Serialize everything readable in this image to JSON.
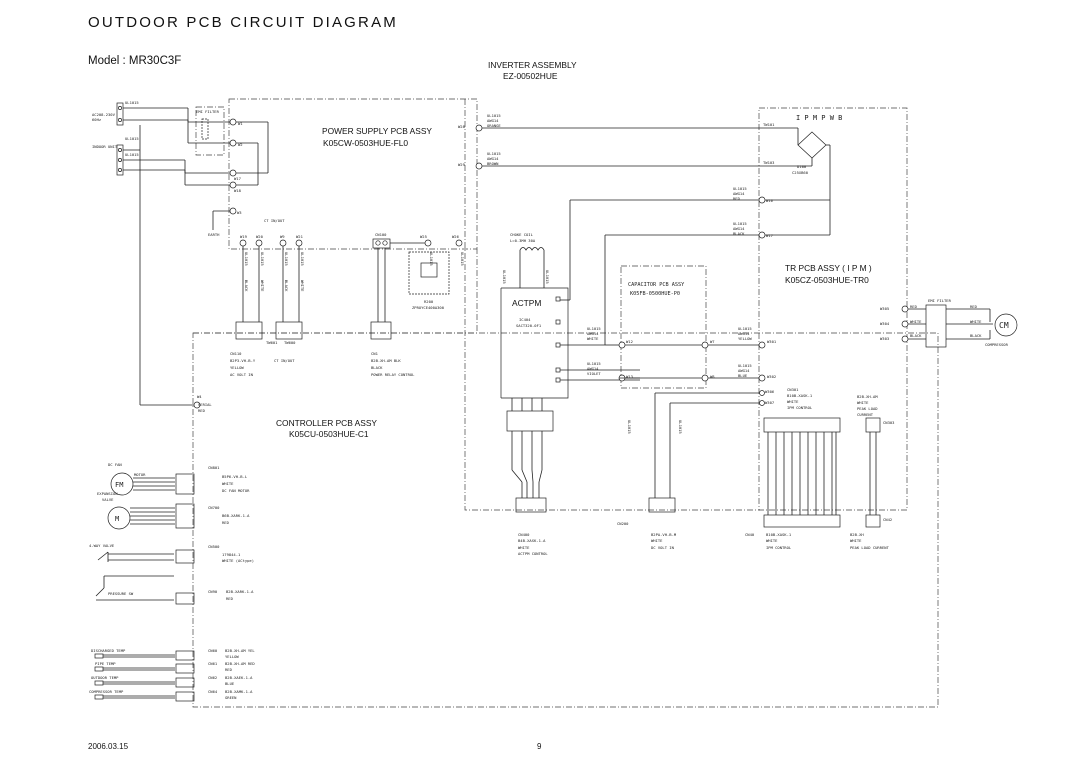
{
  "title": "OUTDOOR PCB CIRCUIT DIAGRAM",
  "model": "Model : MR30C3F",
  "inverter": {
    "name": "INVERTER ASSEMBLY",
    "code": "EZ-00502HUE"
  },
  "power_supply": {
    "name": "POWER SUPPLY PCB ASSY",
    "code": "K05CW-0503HUE-FL0"
  },
  "tr_pcb": {
    "name": "TR PCB ASSY ( I P M )",
    "code": "K05CZ-0503HUE-TR0"
  },
  "controller": {
    "name": "CONTROLLER PCB ASSY",
    "code": "K05CU-0503HUE-C1"
  },
  "capacitor": {
    "name": "CAPACITOR PCB ASSY",
    "code": "K05FB-0500HUE-P0"
  },
  "actpm": "ACTPM",
  "ipm_pwb": "I P M  P W B",
  "footer": {
    "date": "2006.03.15",
    "page": "9"
  },
  "labels": {
    "ac_power": "AC208-230V",
    "hz": "60Hz",
    "indoor_unit": "INDOOR UNIT",
    "earth": "EARTH",
    "emi_filter": "EMI FILTER",
    "w1": "W1",
    "w2": "W2",
    "w17": "W17",
    "w18": "W18",
    "w3": "W3",
    "w19": "W19",
    "w20": "W20",
    "w9": "W9",
    "w21": "W21",
    "w25": "W25",
    "w26": "W26",
    "w28": "W28",
    "w29": "W29",
    "orange": "ORANGE",
    "brown": "BROWN",
    "ct_inout": "CT IN/OUT",
    "cn100": "CN100",
    "choke": "CHOKE COIL",
    "choke_spec": "L=0.3MH 30A",
    "r200": "R200",
    "r200_code": "ZPROYCE400A300",
    "tw101": "TW101",
    "tw103": "TW103",
    "d100": "D100",
    "d100_code": "C25XB60",
    "w16": "W16",
    "w17b": "W17",
    "w305": "W305",
    "w304": "W304",
    "w303": "W303",
    "red": "RED",
    "white": "WHITE",
    "black": "BLACK",
    "yellow": "YELLOW",
    "blue": "BLUE",
    "compressor": "COMPRESSOR",
    "cm": "CM",
    "cn110": "CN110",
    "cn110_a": "B2P3-VH-B-Y",
    "cn110_b": "YELLOW",
    "cn110_c": "AC VOLT IN",
    "cn1": "CN1",
    "cn1_a": "B2B-XH-AM BLK",
    "cn1_b": "BLACK",
    "cn1_c": "POWER RELAY CONTROL",
    "ct_io2": "CT IN/OUT",
    "tw601": "TW601",
    "tw600": "TW600",
    "ic404": "IC404",
    "ic404_code": "SACT320-0F1",
    "w12": "W12",
    "w13": "W13",
    "w7": "W7",
    "w8": "W8",
    "w301": "W301",
    "w302": "W302",
    "w306": "W306",
    "w307": "W307",
    "violet": "VIOLET",
    "cn301": "CN301",
    "cn301_a": "B10B-XASK-1",
    "cn301_b": "WHITE",
    "cn301_c": "IPM CONTROL",
    "peak": "B2B-XH-AM",
    "peak_b": "WHITE",
    "peak_c": "PEAK LOAD",
    "peak_d": "CURRENT",
    "cn303": "CN303",
    "cn42": "CN42",
    "w4": "W4",
    "serial": "SERIAL",
    "serial_red": "RED",
    "dc_fan": "DC FAN",
    "motor": "MOTOR",
    "fm": "FM",
    "cn801": "CN801",
    "cn801_a": "B5P6-VH-B-L",
    "cn801_b": "WHITE",
    "cn801_c": "DC FAN MOTOR",
    "expansion": "EXPANSION",
    "valve": "VALVE",
    "m": "M",
    "cn700": "CN700",
    "cn700_a": "B6B-XARK-1-A",
    "cn700_b": "RED",
    "four_way": "4-WAY VALVE",
    "cn500": "CN500",
    "cn500_a": "179844-1",
    "cn500_b": "WHITE (ACtype)",
    "pressure": "PRESSURE SW",
    "cn90": "CN90",
    "cn90_a": "B2B-XARK-1-A",
    "cn90_b": "RED",
    "dis_temp": "DISCHARGED TEMP",
    "pipe_temp": "PIPE TEMP",
    "out_temp": "OUTDOOR TEMP",
    "comp_temp": "COMPRESSOR TEMP",
    "cn60": "CN60",
    "cn60_a": "B2B-XH-AM YEL",
    "cn60_b": "YELLOW",
    "cn61": "CN61",
    "cn61_a": "B2B-XH-AM RED",
    "cn61_b": "RED",
    "cn62": "CN62",
    "cn62_a": "B2B-XAEK-1-A",
    "cn62_b": "BLUE",
    "cn64": "CN64",
    "cn64_a": "B2B-XAMK-1-A",
    "cn64_b": "GREEN",
    "cn400": "CN400",
    "cn400_a": "B4B-XASK-1-A",
    "cn400_b": "WHITE",
    "cn400_c": "ACTPM CONTROL",
    "cn200": "CN200",
    "cn200_a": "B2PA-VH-B-M",
    "cn200_b": "WHITE",
    "cn200_c": "DC VOLT IN",
    "cn40": "CN40",
    "cn40_a": "B10B-XASK-1",
    "cn40_b": "WHITE",
    "cn40_c": "IPM CONTROL",
    "cn42_a": "B2B-XH",
    "cn42_b": "WHITE",
    "cn42_c": "PEAK LOAD CURRENT",
    "ul1015": "UL1015",
    "awg14": "AWG14",
    "awg18": "AWG18"
  },
  "icons": [
    "fan-motor-icon",
    "valve-motor-icon",
    "compressor-motor-icon",
    "switch-icon",
    "thermistor-icon",
    "bridge-diode-icon",
    "choke-coil-icon"
  ]
}
